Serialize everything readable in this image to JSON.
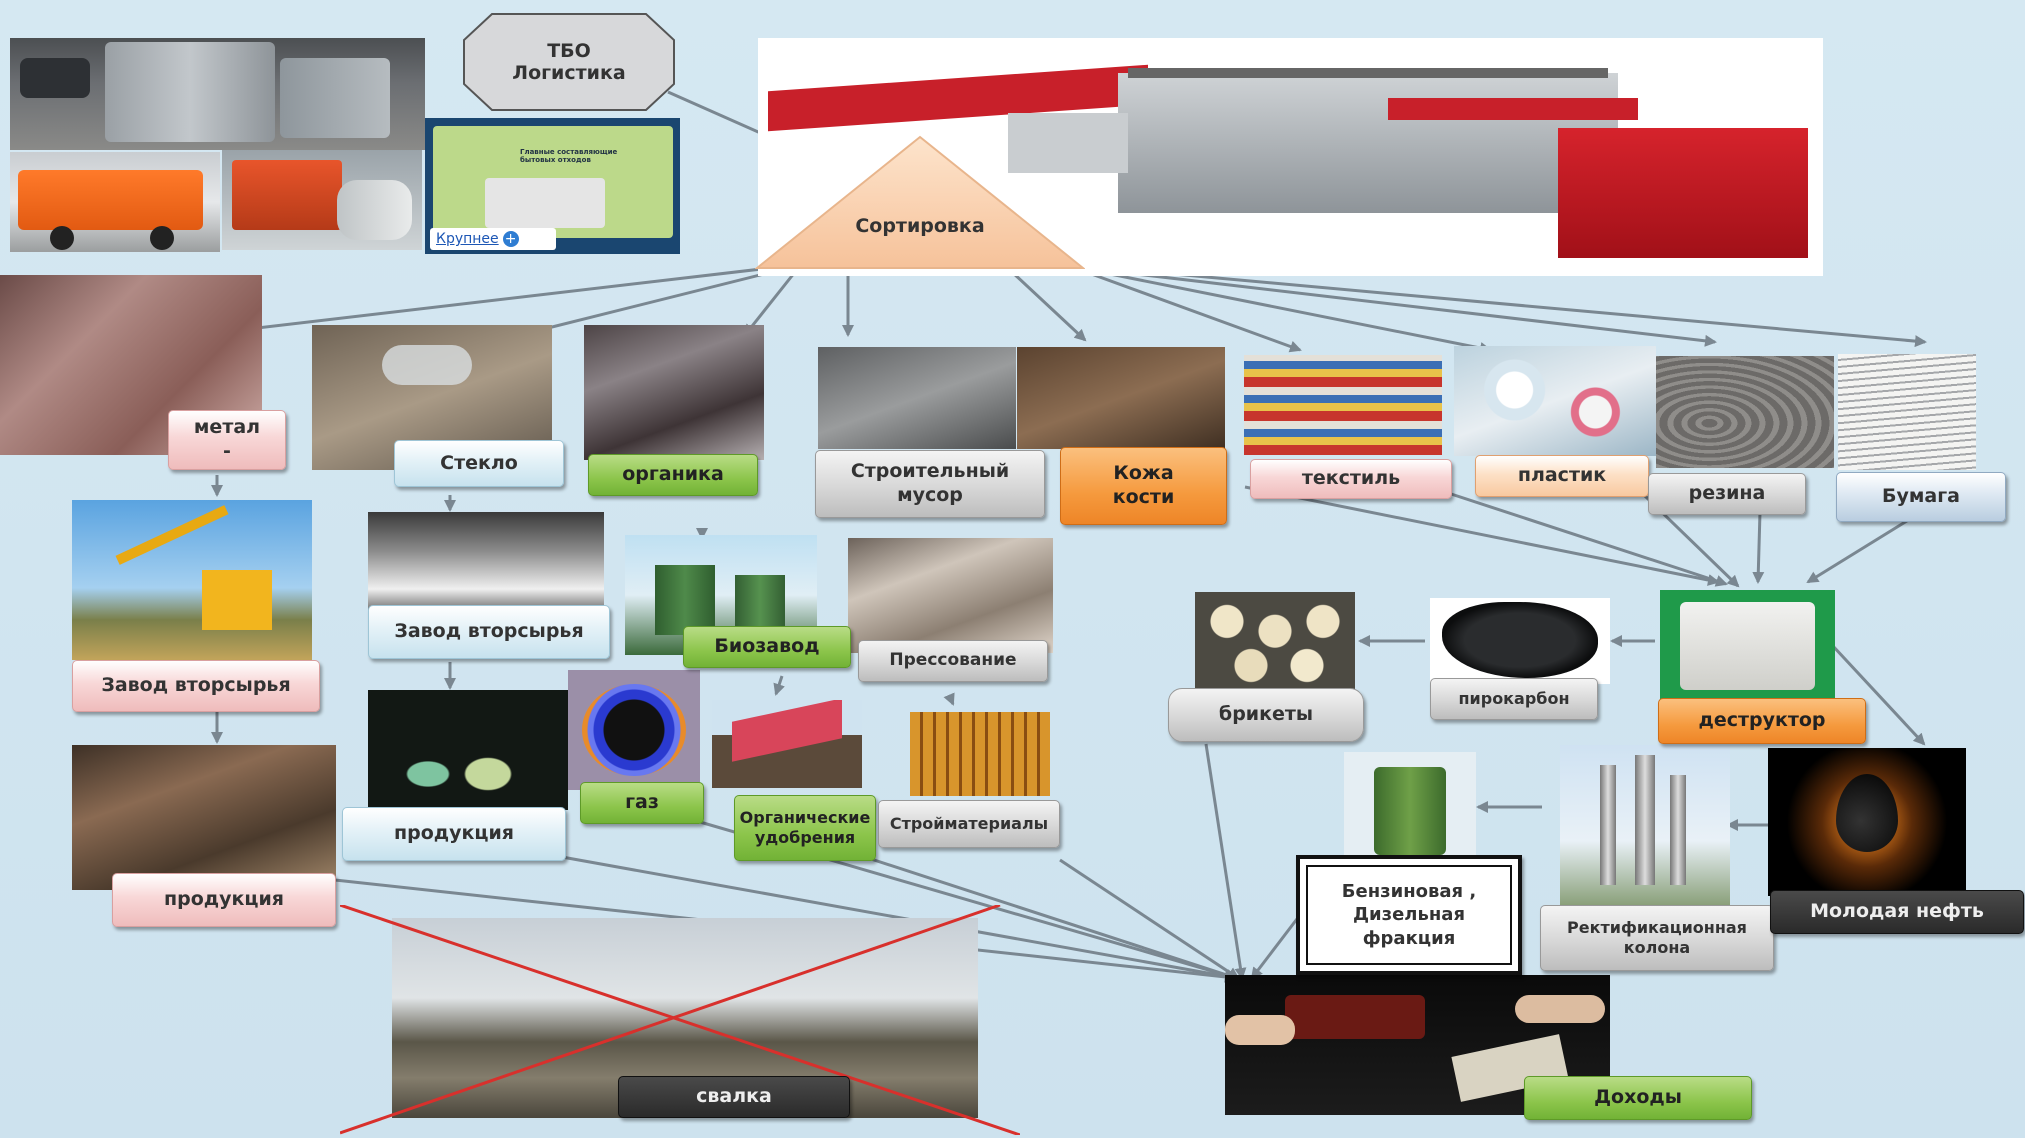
{
  "nodes": {
    "tbo": "ТБО\nЛогистика",
    "sorting": "Сортировка",
    "metal": "метал\n-",
    "glass": "Стекло",
    "organic": "органика",
    "construction": "Строительный\nмусор",
    "leather": "Кожа\nкости",
    "textile": "текстиль",
    "plastic": "пластик",
    "rubber": "резина",
    "paper": "Бумага",
    "recycling_plant_1": "Завод вторсырья",
    "recycling_plant_2": "Завод вторсырья",
    "bioplant": "Биозавод",
    "pressing": "Прессование",
    "products_1": "продукция",
    "products_2": "продукция",
    "gas": "газ",
    "fertilizer": "Органические\nудобрения",
    "building_materials": "Стройматериалы",
    "briquettes": "брикеты",
    "pyrocarbon": "пирокарбон",
    "destructor": "деструктор",
    "gasoline": "Бензиновая ,\nДизельная\nфракция",
    "rectification": "Ректификационная\nколона",
    "young_oil": "Молодая нефть",
    "landfill": "свалка",
    "income": "Доходы"
  },
  "map_thumb": {
    "lines": "Главные составляющие\nбытовых отходов",
    "enlarge": "Крупнее"
  },
  "colors": {
    "arrow": "#7a8791",
    "cross": "#d8302c",
    "machine": "#c8202a"
  }
}
